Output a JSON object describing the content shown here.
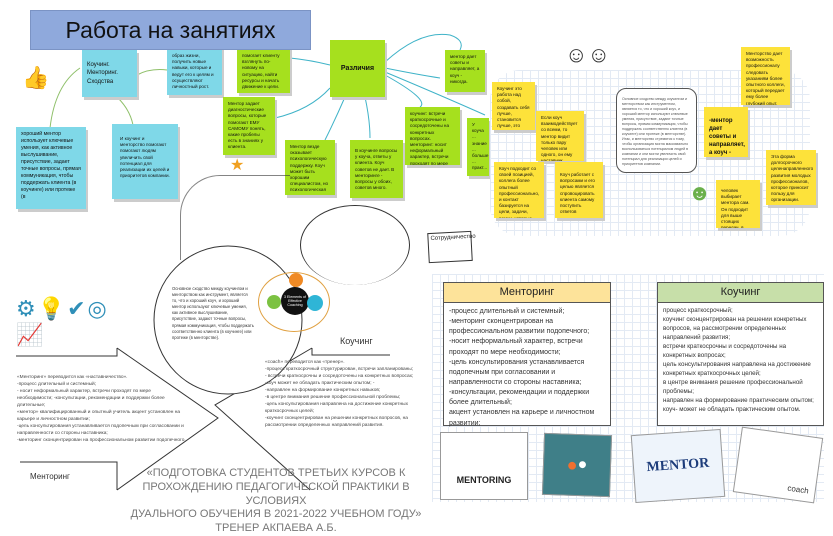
{
  "title": "Работа на занятиях",
  "top_left": {
    "sim_note": "Коучинг. Менторинг. Сходства",
    "blue_top": "образ жизни, получить новые навыки, которые и ведут его к целям и осуществляют личностный рост.",
    "blue_left": "хороший ментор использует ключевые умения, как активное выслушивание, присутствие, задает точные вопросы, прямая коммуникация, чтобы поддержать клиента (в коучинге) или протеже (в",
    "blue_mid": "И коучинг и менторство помогают помогают людям увеличить свой потенциал для реализации их целей и приоритетов компании.",
    "diff_note": "Различия",
    "green_1": "помогает клиенту взглянуть по-новому на ситуацию, найти ресурсы и начать движение к цели.",
    "green_2": "Ментор задает диагностические вопросы, которые помогают ЕМУ САМОМУ понять, какие пробелы есть в знаниях у клиента.",
    "green_3": "Ментор везде оказывает психологическую поддержку. Коуч может быть хорошим специалистом, но психологическая поддержка в его функции не входит.",
    "green_4": "В коучинге вопросы у коуча, ответы у клиента. Коуч советов не дает. В менторинге - вопросы у обоих, советов много.",
    "green_5": "ментор дает советы и направляет, а коуч - никогда.",
    "green_6": "коучинг: встречи краткосрочные и сосредоточены на конкретных вопросах. менторинг: носит неформальный характер, встречи проходят по мере необходимости",
    "green_7": "У коуча ... знание ... больше ... практ..."
  },
  "top_right": {
    "y1": "Коучинг это работа над собой, создавать себя лучше, становится лучше, это метод выделения, взаимодействия с людьми.",
    "y2": "Если коуч взаимодействует со всеми, то ментор видит только пару человек или одного, он ему наставник, проводник в сфере его профессий",
    "y3": "Коуч подходит со своей позицией, коллега более опытный профессионально, и контакт базируется на цели, задачи, рамки, которые ограничивают конкретное представление.",
    "y4": "Коуч работает с вопросами и его целью является спровоцировать клиента самому поступить ответов",
    "round": "Основное сходство между коучингом и менторством как инструментом, является то, что и хороший коуч, и хороший ментор используют ключевые умения, присутствие, задают точные вопросы, прямая коммуникация, чтобы поддержать соответственно клиента (в коучинге) или протеже (в менторстве). Итак, и менторство стремятся к тому, чтобы организация могла максимально воспользоваться потенциалом людей в компании и они могли увеличить свой потенциал для реализации целей и приоритетов компании.",
    "y5": "Менторство дает возможность профессионалу следовать указаниям более опытного коллеги, который передает ему более глубокий опыт, знания, экспертизу и признание.",
    "y6": "-ментор дает советы и направляет, а коуч - никогда.",
    "y7": "Эта форма долгосрочного целенаправленного развития молодых профессионалов, которое приносит пользу для организации.",
    "y8": "человек выбирает ментора сам. Он подходит для выше стоящих передач, в которых деятельность, возможность для реализации, так как, как и открытие рынка.",
    "card": "Сотрудничество"
  },
  "bottom_left": {
    "circle": "Основное сходство между коучингом и менторством как инструмент, является то, что и хороший коуч, и хороший ментор используют ключевые умения, как активное выслушивание, присутствие, задают точные вопросы, прямая коммуникация, чтобы поддержать соответственно клиента (в коучинге) или протеже (в менторстве).",
    "mentoring_text": "«Менторинг» переводится как «наставничество».\n-процесс длительный и системный;\n- носит неформальный характер, встречи проходят по мере необходимости; -консультации, рекомендации и поддержки более длительные;\n«ментор» квалифицированный и опытный учитель акцент установлен на карьере и личностном развитии;\n-цель консультирования устанавливается подопечным при согласовании и направленности со стороны наставника;\n-менторинг сконцентрирован на профессиональном развитии подопечного.",
    "coaching_text": "«coach» переводится как «тренер».\n-процесс краткосрочный структурирован, встречи запланированы;\n- встречи краткосрочны и сосредоточены на конкретных вопросах;\n-коуч может не обладать практическим опытом; -\n-направлен на формирование конкретных навыков;\n-в центре внимания решение профессиональной проблемы;\n-цель консультирования направлена на достижение конкретных краткосрочных целей;\n-коучинг сконцентрирован на решении конкретных вопросов, на рассмотрении определенных направлений развития.",
    "mentoring_label": "Менторинг",
    "coaching_label": "Коучинг",
    "diagram_center": "3 Elements of Effective Coaching"
  },
  "bottom_right": {
    "mentoring": {
      "header": "Менторинг",
      "body": "-процесс длительный и системный;\n-менторинг сконцентрирован на профессиональном развитии подопечного;\n-носит неформальный характер, встречи проходят по мере необходимости;\n-цель консультирования устанавливается подопечным при согласовании и направленности со стороны наставника;\n-консультации, рекомендации и поддержки более длительный;\nакцент установлен на карьере и личностном развитии;"
    },
    "coaching": {
      "header": "Коучинг",
      "body": "процесс краткосрочный;\nкоучинг сконцентрирован на решении конкретных вопросов, на рассмотрении определенных направлений развития;\nвстречи краткосрочны и сосредоточены на конкретных вопросах;\nцель консультирования направлена на достижение конкретных краткосрочных целей;\nв центре внимания решение профессиональной проблемы;\nнаправлен на формирование практическим опытом;\nкоуч- может не обладать практическим опытом."
    },
    "img_mentoring": "MENTORING",
    "img_mentor": "MENTOR",
    "img_coach": "coach"
  },
  "footer": "«ПОДГОТОВКА СТУДЕНТОВ ТРЕТЬИХ КУРСОВ К\nПРОХОЖДЕНИЮ ПЕДАГОГИЧЕСКОЙ ПРАКТИКИ В УСЛОВИЯХ\nДУАЛЬНОГО ОБУЧЕНИЯ В 2021-2022 УЧЕБНОМ ГОДУ»\nТРЕНЕР АКПАЕВА А.Б.",
  "colors": {
    "title_bg": "#8fa9dc",
    "blue": "#7fd8e8",
    "green": "#a6e01e",
    "yellow": "#fde23a",
    "mentoring_hd": "#fde39a",
    "coaching_hd": "#c7dfa9"
  }
}
